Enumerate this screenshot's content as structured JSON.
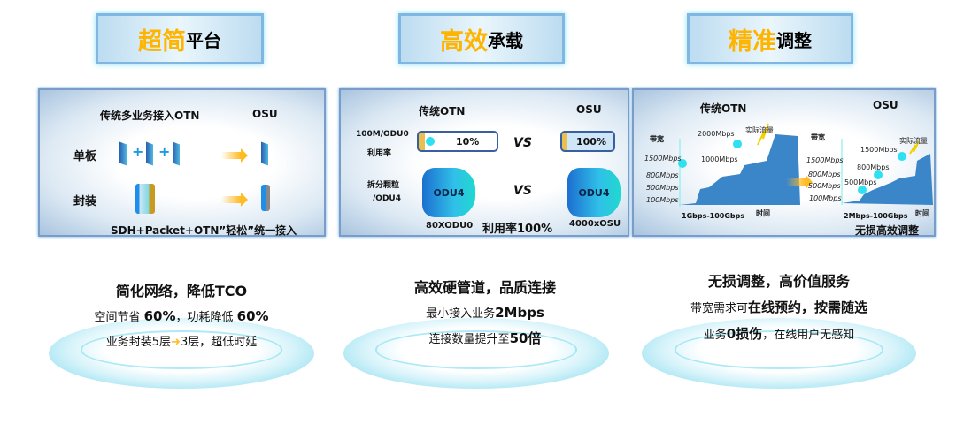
{
  "columns": [
    {
      "title_highlight": "超简",
      "title_rest": "平台",
      "panel": {
        "left_heading": "传统多业务接入OTN",
        "right_heading": "OSU",
        "row1_label": "单板",
        "row2_label": "封装",
        "caption": "SDH+Packet+OTN”轻松”统一接入"
      },
      "footer": {
        "heading": "简化网络，降低TCO",
        "line1_a": "空间节省",
        "line1_b": "60%",
        "line1_c": "，功耗降低",
        "line1_d": "60%",
        "line2_a": "业务封装5层",
        "line2_b": "3层，超低时延"
      }
    },
    {
      "title_highlight": "高效",
      "title_rest": "承载",
      "panel": {
        "left_heading": "传统OTN",
        "right_heading": "OSU",
        "row1_label_a": "100M/ODU0",
        "row1_label_b": "利用率",
        "bar_left": "10%",
        "bar_right": "100%",
        "vs": "VS",
        "row2_label_a": "拆分颗粒",
        "row2_label_b": "/ODU4",
        "cyl_label": "ODU4",
        "left_count": "80XODU0",
        "right_count": "4000xOSU",
        "caption": "利用率100%"
      },
      "footer": {
        "heading": "高效硬管道，品质连接",
        "line1_a": "最小接入业务",
        "line1_b": "2Mbps",
        "line2_a": "连接数量提升至",
        "line2_b": "50倍"
      }
    },
    {
      "title_highlight": "精准",
      "title_rest": "调整",
      "panel": {
        "left_heading": "传统OTN",
        "right_heading": "OSU",
        "y_label": "带宽",
        "x_label": "时间",
        "actual": "实际流量",
        "left_ticks": [
          "1500Mbps",
          "800Mbps",
          "500Mbps",
          "100Mbps"
        ],
        "left_callouts": [
          "2000Mbps",
          "1000Mbps"
        ],
        "left_range": "1Gbps-100Gbps",
        "right_ticks": [
          "1500Mbps",
          "800Mbps",
          "500Mbps",
          "100Mbps"
        ],
        "right_callouts": [
          "1500Mbps",
          "800Mbps",
          "500Mbps"
        ],
        "right_range": "2Mbps-100Gbps",
        "caption": "无损高效调整"
      },
      "footer": {
        "heading": "无损调整，高价值服务",
        "line1_a": "带宽需求可",
        "line1_b": "在线预约，按需随选",
        "line2_a": "业务",
        "line2_b": "0损伤",
        "line2_c": "，在线用户无感知"
      }
    }
  ]
}
